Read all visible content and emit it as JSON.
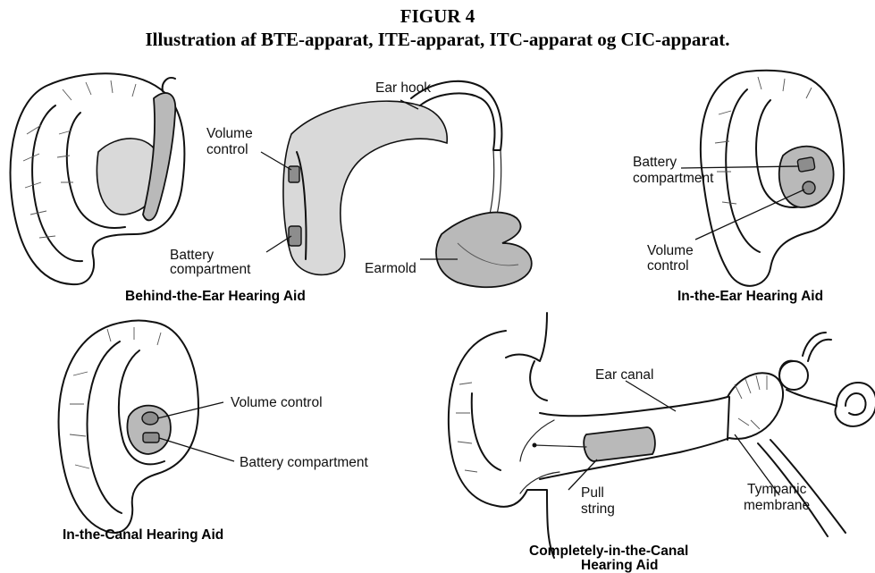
{
  "figure": {
    "number": "FIGUR 4",
    "title": "Illustration af BTE-apparat, ITE-apparat, ITC-apparat og CIC-apparat."
  },
  "panels": {
    "bte": {
      "caption": "Behind-the-Ear Hearing Aid",
      "labels": {
        "ear_hook": "Ear hook",
        "volume_line1": "Volume",
        "volume_line2": "control",
        "battery_line1": "Battery",
        "battery_line2": "compartment",
        "earmold": "Earmold"
      }
    },
    "ite": {
      "caption": "In-the-Ear Hearing Aid",
      "labels": {
        "battery_line1": "Battery",
        "battery_line2": "compartment",
        "volume_line1": "Volume",
        "volume_line2": "control"
      }
    },
    "itc": {
      "caption": "In-the-Canal Hearing Aid",
      "labels": {
        "volume": "Volume control",
        "battery": "Battery compartment"
      }
    },
    "cic": {
      "caption_line1": "Completely-in-the-Canal",
      "caption_line2": "Hearing Aid",
      "labels": {
        "ear_canal": "Ear canal",
        "pull_line1": "Pull",
        "pull_line2": "string",
        "tympanic_line1": "Tympanic",
        "tympanic_line2": "membrane"
      }
    }
  }
}
